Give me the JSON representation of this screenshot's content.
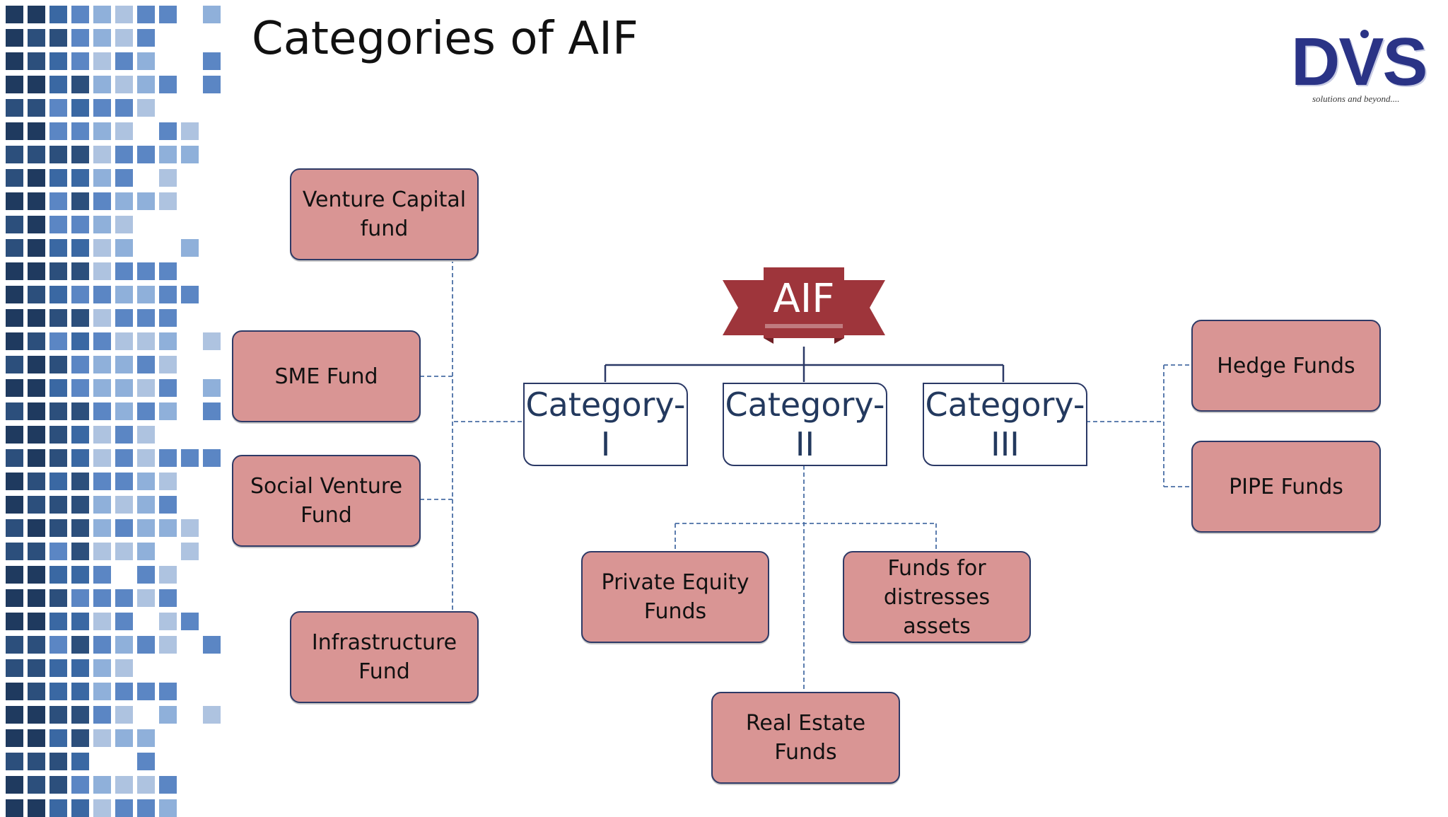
{
  "title": "Categories of AIF",
  "logo": {
    "word": "DVS",
    "tagline": "solutions and beyond....",
    "color": "#2a3386"
  },
  "colors": {
    "node_fill": "#d99594",
    "node_border": "#2e3a66",
    "category_text": "#23395e",
    "banner": "#9e353b",
    "connector": "#4a6fa5"
  },
  "root": {
    "label": "AIF"
  },
  "categories": [
    {
      "id": "cat1",
      "label": "Category-\nI"
    },
    {
      "id": "cat2",
      "label": "Category-\nII"
    },
    {
      "id": "cat3",
      "label": "Category-\nIII"
    }
  ],
  "category_1_funds": [
    {
      "label": "Venture Capital\nfund"
    },
    {
      "label": "SME Fund"
    },
    {
      "label": "Social Venture\nFund"
    },
    {
      "label": "Infrastructure\nFund"
    }
  ],
  "category_2_funds": [
    {
      "label": "Private Equity\nFunds"
    },
    {
      "label": "Funds for\ndistresses\nassets"
    },
    {
      "label": "Real Estate\nFunds"
    }
  ],
  "category_3_funds": [
    {
      "label": "Hedge Funds"
    },
    {
      "label": "PIPE Funds"
    }
  ],
  "mosaic_palette": [
    "#1f3a5f",
    "#2c4f7c",
    "#3a68a3",
    "#5b86c4",
    "#8fb0da",
    "#aec3e0"
  ]
}
